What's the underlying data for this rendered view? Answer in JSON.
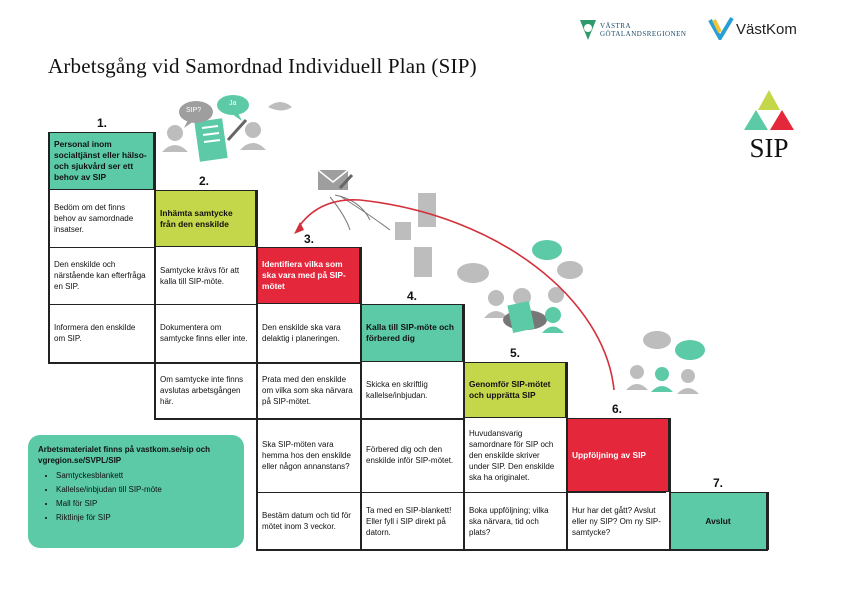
{
  "logos": {
    "vgr": "VÄSTRA GÖTALANDSREGIONEN",
    "vastkom": "VästKom",
    "sip": "SIP"
  },
  "title": "Arbetsgång vid Samordnad Individuell Plan (SIP)",
  "speech": {
    "sip_q": "SIP?",
    "ja": "Ja"
  },
  "steps": [
    {
      "number": "1.",
      "heading": "Personal inom socialtjänst eller hälso- och sjukvård ser ett behov av SIP",
      "cells": [
        "Bedöm om det finns behov av samordnade insatser.",
        "Den enskilde och närstående kan efterfråga en SIP.",
        "Informera den enskilde om SIP."
      ]
    },
    {
      "number": "2.",
      "heading": "Inhämta samtycke från den enskilde",
      "cells": [
        "Samtycke krävs för att kalla till SIP-möte.",
        "Dokumentera om samtycke finns eller inte.",
        "Om samtycke inte finns avslutas arbetsgången här."
      ]
    },
    {
      "number": "3.",
      "heading": "Identifiera vilka som ska vara med på SIP-mötet",
      "cells": [
        "Den enskilde ska vara delaktig i planeringen.",
        "Prata med den enskilde om vilka som ska närvara på SIP-mötet.",
        "Ska SIP-möten vara hemma hos den enskilde eller någon annanstans?",
        "Bestäm datum och tid för mötet inom 3 veckor."
      ]
    },
    {
      "number": "4.",
      "heading": "Kalla till SIP-möte och förbered dig",
      "cells": [
        "Skicka en skriftlig kallelse/inbjudan.",
        "Förbered dig och den enskilde inför SIP-mötet.",
        "Ta med en SIP-blankett! Eller fyll i SIP direkt på datorn."
      ]
    },
    {
      "number": "5.",
      "heading": "Genomför SIP-mötet och upprätta SIP",
      "cells": [
        "Huvudansvarig samordnare för SIP och den enskilde skriver under SIP. Den enskilde ska ha originalet.",
        "Boka uppföljning; vilka ska närvara, tid och plats?"
      ]
    },
    {
      "number": "6.",
      "heading": "Uppföljning av SIP",
      "cells": [
        "Hur har det gått? Avslut eller ny SIP? Om ny SIP- samtycke?"
      ]
    },
    {
      "number": "7.",
      "heading": "Avslut",
      "cells": []
    }
  ],
  "info": {
    "heading": "Arbetsmaterialet finns på vastkom.se/sip och vgregion.se/SVPL/SIP",
    "items": [
      "Samtyckesblankett",
      "Kallelse/inbjudan till SIP-möte",
      "Mall för SIP",
      "Riktlinje för SIP"
    ]
  },
  "colors": {
    "teal": "#5ccaa6",
    "lime": "#c4d64a",
    "red": "#e5273c",
    "arrow": "#d4303c"
  }
}
